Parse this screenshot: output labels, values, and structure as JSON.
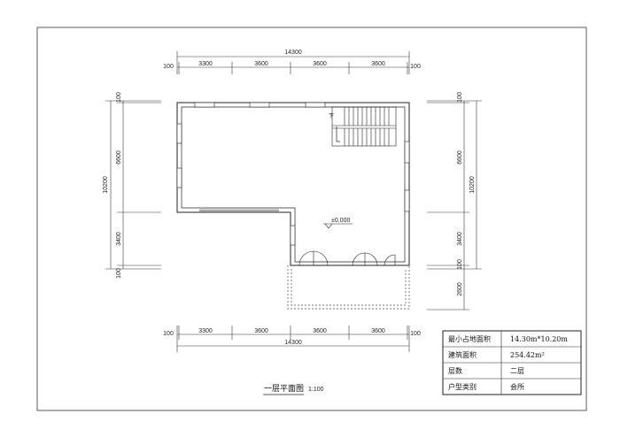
{
  "drawing": {
    "title": "一层平面图",
    "scale": "1:100",
    "level_mark": "±0.000",
    "stair_mark": "下"
  },
  "dims": {
    "top_total": "14300",
    "top_segments": [
      "100",
      "3300",
      "3600",
      "3600",
      "3600",
      "100"
    ],
    "bottom_total": "14300",
    "bottom_segments": [
      "100",
      "3300",
      "3600",
      "3600",
      "3600",
      "100"
    ],
    "left_total": "10200",
    "left_segments": [
      "100",
      "6600",
      "3400",
      "100"
    ],
    "right_total": "10200",
    "right_segments": [
      "100",
      "6600",
      "3400",
      "100"
    ],
    "right_extra": "2600"
  },
  "info_table": [
    {
      "label": "最小占地面积",
      "value": "14.30m*10.20m"
    },
    {
      "label": "建筑面积",
      "value": "254.42m²"
    },
    {
      "label": "层数",
      "value": "二层"
    },
    {
      "label": "户型类别",
      "value": "会所"
    }
  ]
}
